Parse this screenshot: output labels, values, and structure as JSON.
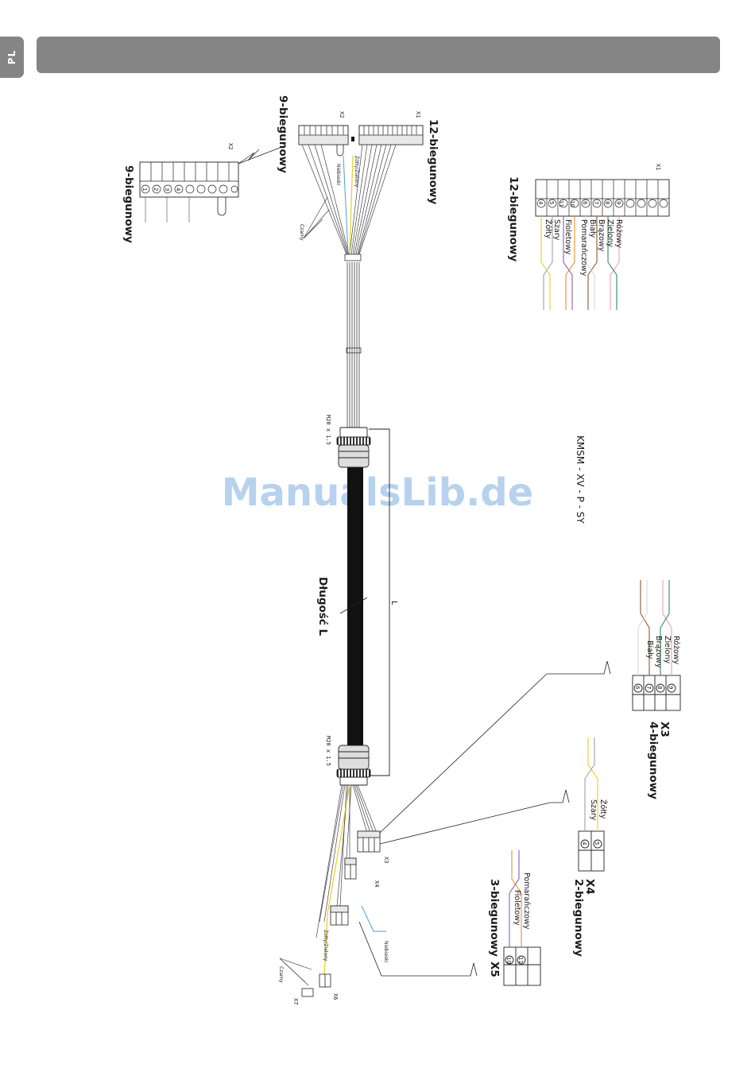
{
  "lang_tab": "PL",
  "watermark": "ManualsLib.de",
  "model": "KMSM - XV - P - SY",
  "length_label": "Długość L",
  "dim_letter": "L",
  "gland_top": "M20 x 1.5",
  "gland_bottom": "M20 x 1.5",
  "top": {
    "x1_tag": "X1",
    "x2_tag": "X2",
    "x1_poles": "12-biegunowy",
    "x2_poles": "9-biegunowy",
    "wire_zolty_zielony": "Żółty/Zielony",
    "wire_niebieski": "Niebieski",
    "wire_czarny": "Czarny"
  },
  "x2_detail": {
    "tag": "X2",
    "poles": "9-biegunowy",
    "pins": [
      "1",
      "2",
      "3",
      "4"
    ]
  },
  "x1_detail": {
    "tag": "X1",
    "poles": "12-biegunowy",
    "pins": [
      "4",
      "5",
      "6",
      "7",
      "8",
      "9",
      "10",
      "11"
    ],
    "wires": [
      "Różowy",
      "Zielony",
      "Brązowy",
      "Biały",
      "Pomarańczowy",
      "Fioletowy",
      "Szary",
      "Żółty"
    ],
    "wire_colors": [
      "#e8a0b4",
      "#2e8b57",
      "#8b5a2b",
      "#d8d8d8",
      "#e8902a",
      "#8a5cb0",
      "#a0a0a0",
      "#e8d020"
    ]
  },
  "x3": {
    "tag": "X3",
    "poles": "4-biegunowy",
    "pins": [
      "9",
      "8",
      "7",
      "6"
    ],
    "wires": [
      "Różowy",
      "Zielony",
      "Brązowy",
      "Biały"
    ],
    "wire_colors": [
      "#e8a0b4",
      "#2e8b57",
      "#8b5a2b",
      "#d8d8d8"
    ]
  },
  "x4": {
    "tag": "X4",
    "poles": "2-biegunowy",
    "pins": [
      "5",
      "4"
    ],
    "wires": [
      "Żółty",
      "Szary"
    ],
    "wire_colors": [
      "#e8d020",
      "#a0a0a0"
    ]
  },
  "x5": {
    "tag": "X5",
    "poles": "3-biegunowy",
    "pins": [
      "10",
      "11"
    ],
    "wires": [
      "Pomarańczowy",
      "Fioletowy"
    ],
    "wire_colors": [
      "#e8902a",
      "#8a5cb0"
    ]
  },
  "bottom": {
    "x3_tag": "X3",
    "x4_tag": "X4",
    "x6_tag": "X6",
    "x7_tag": "X7",
    "wire_niebieski": "Niebieski",
    "wire_zolty_zielony": "Żółty/Zielony",
    "wire_czarny": "Czarny"
  }
}
